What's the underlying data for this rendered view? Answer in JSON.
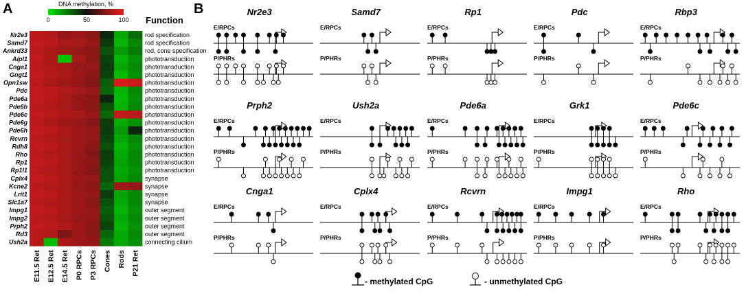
{
  "panel_a": {
    "label": "A",
    "scale_title": "DNA methylation, %",
    "scale_ticks": [
      "0",
      "50",
      "100"
    ],
    "function_header": "Function",
    "colors": {
      "low": "#00e600",
      "mid": "#101010",
      "high": "#ee1c1c"
    },
    "columns": [
      "E11.5 Ret",
      "E12.5 Ret",
      "E14.5 Ret",
      "P0 RPCs",
      "P3 RPCs",
      "Cones",
      "Rods",
      "P21 Ret"
    ],
    "genes": [
      "Nr2e3",
      "Samd7",
      "Ankrd33",
      "Aipl1",
      "Cnga1",
      "Gngt1",
      "Opn1sw",
      "Pdc",
      "Pde6a",
      "Pde6b",
      "Pde6c",
      "Pde6g",
      "Pde6h",
      "Rcvrn",
      "Rdh8",
      "Rho",
      "Rp1",
      "Rp1l1",
      "Cplx4",
      "Kcne2",
      "Lrit1",
      "Slc1a7",
      "Impg1",
      "Impg2",
      "Prph2",
      "Rd3",
      "Ush2a"
    ],
    "functions": [
      "rod  specification",
      "rod  specification",
      "rod, cone specification",
      "phototransduction",
      "phototransduction",
      "phototransduction",
      "phototransduction",
      "phototransduction",
      "phototransduction",
      "phototransduction",
      "phototransduction",
      "phototransduction",
      "phototransduction",
      "phototransduction",
      "phototransduction",
      "phototransduction",
      "phototransduction",
      "phototransduction",
      "synapse",
      "synapse",
      "synapse",
      "synapse",
      "outer segment",
      "outer segment",
      "outer segment",
      "outer segment",
      "connecting cilium"
    ],
    "values": [
      [
        88,
        86,
        80,
        82,
        78,
        45,
        15,
        28
      ],
      [
        90,
        88,
        85,
        84,
        80,
        40,
        12,
        22
      ],
      [
        88,
        85,
        82,
        80,
        78,
        35,
        18,
        25
      ],
      [
        90,
        85,
        8,
        84,
        78,
        38,
        12,
        20
      ],
      [
        88,
        86,
        84,
        80,
        80,
        40,
        15,
        22
      ],
      [
        90,
        87,
        85,
        82,
        78,
        38,
        10,
        20
      ],
      [
        88,
        85,
        82,
        80,
        76,
        32,
        95,
        92
      ],
      [
        90,
        88,
        86,
        83,
        80,
        30,
        12,
        22
      ],
      [
        90,
        88,
        85,
        80,
        78,
        45,
        10,
        20
      ],
      [
        88,
        86,
        84,
        80,
        78,
        35,
        12,
        22
      ],
      [
        90,
        88,
        86,
        84,
        80,
        30,
        90,
        88
      ],
      [
        88,
        85,
        82,
        80,
        76,
        40,
        14,
        20
      ],
      [
        90,
        88,
        85,
        82,
        80,
        40,
        18,
        45
      ],
      [
        88,
        86,
        84,
        82,
        80,
        38,
        15,
        22
      ],
      [
        90,
        88,
        85,
        82,
        78,
        35,
        12,
        20
      ],
      [
        88,
        86,
        84,
        80,
        76,
        40,
        14,
        22
      ],
      [
        90,
        88,
        85,
        80,
        78,
        38,
        16,
        22
      ],
      [
        88,
        86,
        84,
        80,
        76,
        35,
        14,
        20
      ],
      [
        90,
        88,
        85,
        82,
        80,
        35,
        16,
        22
      ],
      [
        88,
        86,
        84,
        80,
        78,
        30,
        82,
        80
      ],
      [
        90,
        88,
        85,
        82,
        80,
        40,
        16,
        22
      ],
      [
        88,
        86,
        84,
        82,
        78,
        35,
        14,
        22
      ],
      [
        90,
        88,
        85,
        82,
        80,
        32,
        12,
        20
      ],
      [
        88,
        86,
        84,
        80,
        80,
        35,
        14,
        22
      ],
      [
        90,
        88,
        86,
        82,
        78,
        38,
        12,
        20
      ],
      [
        88,
        86,
        75,
        82,
        78,
        30,
        14,
        22
      ],
      [
        88,
        10,
        85,
        82,
        80,
        25,
        14,
        20
      ]
    ]
  },
  "panel_b": {
    "label": "B",
    "row_labels": {
      "top": "E/RPCs",
      "bottom": "P/PHRs"
    },
    "legend": {
      "methylated": "- methylated CpG",
      "unmethylated": "- unmethylated CpG"
    },
    "genes": [
      {
        "name": "Nr2e3",
        "tss": 0.62,
        "up": [
          0.05,
          0.13,
          0.22,
          0.3,
          0.44,
          0.56,
          0.63,
          0.7
        ],
        "down": [
          0.05,
          0.13,
          0.3,
          0.44,
          0.62
        ],
        "p_up": [
          0.05,
          0.13,
          0.22,
          0.3,
          0.44,
          0.56,
          0.63,
          0.7
        ],
        "p_down": [
          0.05,
          0.13,
          0.3,
          0.44,
          0.5,
          0.6,
          0.65
        ]
      },
      {
        "name": "Samd7",
        "tss": 0.6,
        "up": [
          0.44,
          0.52
        ],
        "down": [
          0.48,
          0.56
        ],
        "p_up": [
          0.44,
          0.52
        ],
        "p_down": [
          0.48,
          0.56
        ]
      },
      {
        "name": "Rp1",
        "tss": 0.65,
        "up": [
          0.05,
          0.18
        ],
        "down": [
          0.6,
          0.64,
          0.68
        ],
        "p_up": [
          0.05,
          0.18
        ],
        "p_down": [
          0.6,
          0.64,
          0.68
        ]
      },
      {
        "name": "Pdc",
        "tss": 0.65,
        "up": [
          0.1,
          0.45
        ],
        "down": [
          0.1,
          0.6
        ],
        "p_up": [
          0.45
        ],
        "p_down": [
          0.1,
          0.6
        ]
      },
      {
        "name": "Rbp3",
        "tss": 0.74,
        "up": [
          0.05,
          0.16,
          0.26,
          0.37,
          0.48,
          0.58,
          0.67,
          0.83,
          0.92
        ],
        "down": [
          0.1,
          0.6,
          0.7,
          0.88,
          0.96
        ],
        "p_up": [
          0.48,
          0.83,
          0.92
        ],
        "p_down": [
          0.1,
          0.6,
          0.7,
          0.8,
          0.88,
          0.96
        ]
      },
      {
        "name": "Prph2",
        "tss": 0.62,
        "up": [
          0.05,
          0.16,
          0.42,
          0.52,
          0.6,
          0.66,
          0.72,
          0.78,
          0.84,
          0.9,
          0.96
        ],
        "down": [
          0.3,
          0.5,
          0.56,
          0.62,
          0.68,
          0.74,
          0.8,
          0.86
        ],
        "p_up": [
          0.05,
          0.52,
          0.66,
          0.78,
          0.9
        ],
        "p_down": [
          0.3,
          0.5,
          0.56,
          0.62,
          0.68,
          0.74,
          0.8,
          0.86
        ]
      },
      {
        "name": "Ush2a",
        "tss": 0.6,
        "up": [
          0.52,
          0.68,
          0.74,
          0.8,
          0.86,
          0.92
        ],
        "down": [
          0.52,
          0.6,
          0.76,
          0.82,
          0.88
        ],
        "p_up": [
          0.52,
          0.68,
          0.8,
          0.92
        ],
        "p_down": [
          0.52,
          0.6,
          0.64,
          0.76,
          0.82,
          0.88
        ]
      },
      {
        "name": "Pde6a",
        "tss": 0.72,
        "up": [
          0.05,
          0.38,
          0.5,
          0.6,
          0.7,
          0.76,
          0.82,
          0.88,
          0.94
        ],
        "down": [
          0.5,
          0.58,
          0.72,
          0.78,
          0.84,
          0.9,
          0.96
        ],
        "p_up": [
          0.05,
          0.38,
          0.5,
          0.6,
          0.7,
          0.82,
          0.94
        ],
        "p_down": [
          0.5,
          0.58,
          0.72,
          0.78,
          0.84,
          0.9,
          0.96
        ]
      },
      {
        "name": "Grk1",
        "tss": 0.62,
        "up": [
          0.58,
          0.64,
          0.7,
          0.76
        ],
        "down": [
          0.58,
          0.64,
          0.7,
          0.76,
          0.82
        ],
        "p_up": [
          0.05,
          0.58,
          0.64,
          0.7,
          0.76
        ],
        "p_down": [
          0.58,
          0.64,
          0.7,
          0.76,
          0.82
        ]
      },
      {
        "name": "Pde6c",
        "tss": 0.52,
        "up": [
          0.05,
          0.14,
          0.23,
          0.47,
          0.63,
          0.73,
          0.82,
          0.92
        ],
        "down": [
          0.43,
          0.6,
          0.7,
          0.8,
          0.9
        ],
        "p_up": [
          0.05,
          0.63,
          0.82
        ],
        "p_down": [
          0.43,
          0.6,
          0.7,
          0.8,
          0.9
        ]
      },
      {
        "name": "Cnga1",
        "tss": 0.62,
        "up": [
          0.18,
          0.45,
          0.55
        ],
        "down": [
          0.6
        ],
        "p_up": [
          0.18,
          0.45,
          0.55
        ],
        "p_down": [
          0.6
        ]
      },
      {
        "name": "Cplx4",
        "tss": 0.66,
        "up": [
          0.42,
          0.52,
          0.58,
          0.66
        ],
        "down": [
          0.42,
          0.55,
          0.6,
          0.7
        ],
        "p_up": [
          0.42,
          0.52,
          0.58,
          0.66
        ],
        "p_down": [
          0.42,
          0.55,
          0.6,
          0.7
        ]
      },
      {
        "name": "Rcvrn",
        "tss": 0.66,
        "up": [
          0.05,
          0.3,
          0.55,
          0.7,
          0.75,
          0.8,
          0.85,
          0.9,
          0.94
        ],
        "down": [
          0.6,
          0.7,
          0.76,
          0.82,
          0.88,
          0.94
        ],
        "p_up": [
          0.05,
          0.3,
          0.55
        ],
        "p_down": [
          0.6,
          0.7,
          0.76,
          0.82,
          0.88,
          0.94
        ]
      },
      {
        "name": "Impg1",
        "tss": 0.66,
        "up": [
          0.05,
          0.22,
          0.38,
          0.56,
          0.7
        ],
        "down": [],
        "p_up": [
          0.05,
          0.22,
          0.38,
          0.56,
          0.7
        ],
        "p_down": []
      },
      {
        "name": "Rho",
        "tss": 0.68,
        "up": [
          0.05,
          0.32,
          0.38,
          0.6,
          0.7,
          0.76,
          0.82,
          0.88,
          0.94
        ],
        "down": [
          0.32,
          0.38,
          0.66,
          0.74,
          0.82,
          0.88
        ],
        "p_up": [
          0.32,
          0.38,
          0.6,
          0.7,
          0.76,
          0.82,
          0.88,
          0.94
        ],
        "p_down": [
          0.34,
          0.66,
          0.74,
          0.82,
          0.88
        ]
      }
    ]
  }
}
